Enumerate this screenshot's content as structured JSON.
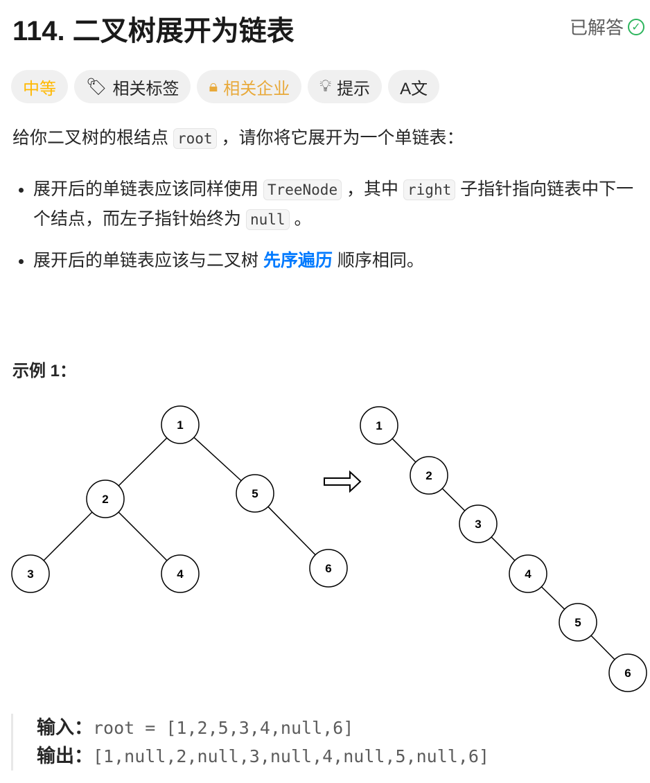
{
  "header": {
    "title": "114. 二叉树展开为链表",
    "status": "已解答"
  },
  "tags": {
    "difficulty": "中等",
    "topics": "相关标签",
    "companies": "相关企业",
    "hint": "提示",
    "translate": "A文"
  },
  "description": {
    "intro_before": "给你二叉树的根结点 ",
    "intro_code": "root",
    "intro_after": " ，请你将它展开为一个单链表：",
    "bullet1_a": "展开后的单链表应该同样使用 ",
    "bullet1_code1": "TreeNode",
    "bullet1_b": " ，其中 ",
    "bullet1_code2": "right",
    "bullet1_c": " 子指针指向链表中下一个结点，而左子指针始终为 ",
    "bullet1_code3": "null",
    "bullet1_d": " 。",
    "bullet2_a": "展开后的单链表应该与二叉树 ",
    "bullet2_link": "先序遍历",
    "bullet2_b": " 顺序相同。"
  },
  "example": {
    "title": "示例 1：",
    "input_label": "输入：",
    "input": "root = [1,2,5,3,4,null,6]",
    "output_label": "输出：",
    "output": "[1,null,2,null,3,null,4,null,5,null,6]",
    "tree_before": {
      "nodes": [
        "1",
        "2",
        "5",
        "3",
        "4",
        "6"
      ],
      "edges": [
        [
          0,
          1
        ],
        [
          0,
          2
        ],
        [
          1,
          3
        ],
        [
          1,
          4
        ],
        [
          2,
          5
        ]
      ]
    },
    "tree_after": {
      "nodes": [
        "1",
        "2",
        "3",
        "4",
        "5",
        "6"
      ],
      "edges": [
        [
          0,
          1
        ],
        [
          1,
          2
        ],
        [
          2,
          3
        ],
        [
          3,
          4
        ],
        [
          4,
          5
        ]
      ]
    }
  },
  "colors": {
    "difficulty": "#ffb800",
    "link": "#007aff",
    "solved": "#2db55d"
  }
}
